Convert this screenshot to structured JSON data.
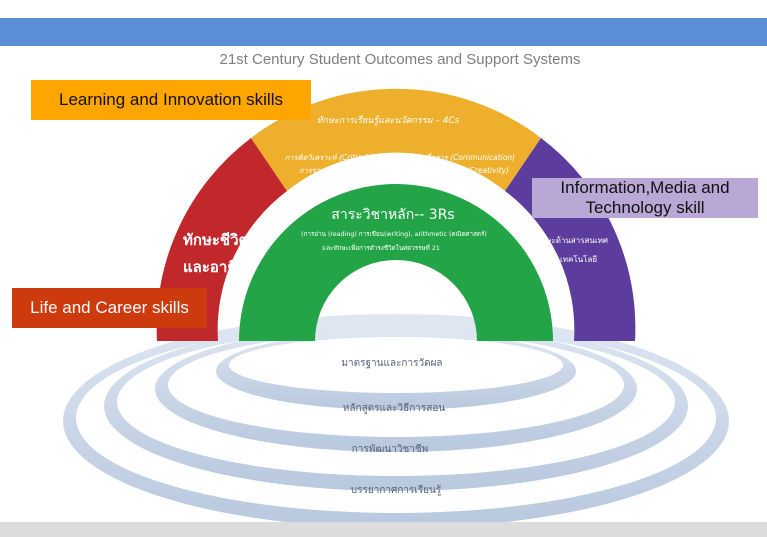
{
  "title": "21st Century Student Outcomes and Support Systems",
  "arcs": {
    "life_career": {
      "line1": "ทักษะชีวิต",
      "line2": "และอาชีพ",
      "color": "#c1282c"
    },
    "learning_innovation": {
      "heading": "ทักษะการเรียนรู้และนวัตกรรม – 4Cs",
      "line1": "การคิดวิเคราะห์ (Critical thinking) • การสื่อสาร (Communication)",
      "line2": "การร่วมมือ (Collaboration) • ความคิดสร้างสรรค์ (Creativity)",
      "color": "#eeb02c"
    },
    "info_media_tech": {
      "line1": "ทักษะด้านสารสนเทศ",
      "line2": "สื่อและเทคโนโลยี",
      "color": "#5c3c9c"
    },
    "core_subjects": {
      "heading": "สาระวิชาหลัก-- 3Rs",
      "line1": "(การอ่าน (reading) การเขียน(writing), arithmetic (คณิตศาสตร์)",
      "line2": "และทักษะเพื่อการดำรงชีวิตในศตวรรษที่ 21",
      "color": "#22a447"
    }
  },
  "support_rings": [
    "มาตรฐานและการวัดผล",
    "หลักสูตรและวิธีการสอน",
    "การพัฒนาวิชาชีพ",
    "บรรยากาศการเรียนรู้"
  ],
  "callouts": {
    "learning": "Learning and Innovation skills",
    "info_line1": "Information,Media and",
    "info_line2": "Technology skill",
    "life": "Life and Career skills"
  },
  "colors": {
    "ring_fill": "#ffffff",
    "ring_border": "#c5d3e6",
    "header_bar": "#5a8fd4",
    "learning_callout": "#ffa500",
    "info_callout": "#b9a7d6",
    "life_callout": "#cc3a0e"
  }
}
